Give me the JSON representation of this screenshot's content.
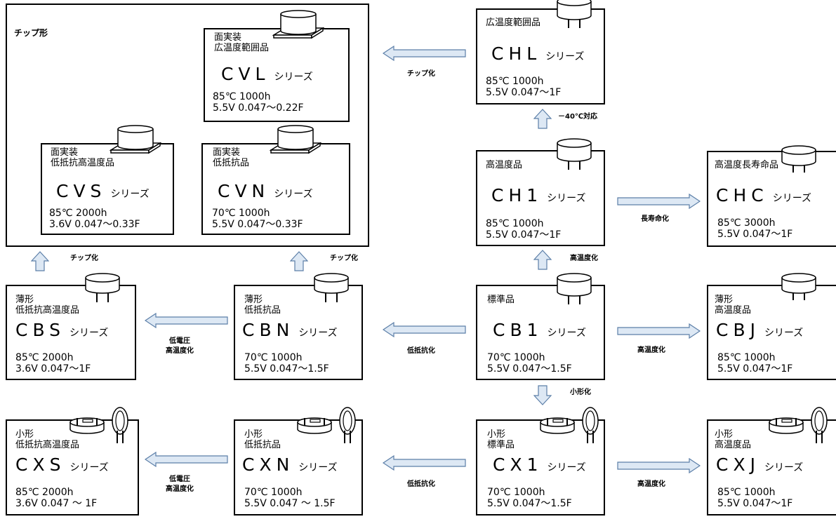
{
  "group": {
    "title": "チップ形"
  },
  "boxes": [
    {
      "id": "cvl",
      "label": "面実装\n広温度範囲品",
      "code": "CVL",
      "suffix": "シリーズ",
      "spec1": "85℃  1000h",
      "spec2": "5.5V 0.047～0.22F",
      "icon": "smd-capacitor-icon"
    },
    {
      "id": "cvs",
      "label": "面実装\n低抵抗高温度品",
      "code": "CVS",
      "suffix": "シリーズ",
      "spec1": "85℃  2000h",
      "spec2": "3.6V 0.047～0.33F",
      "icon": "smd-capacitor-icon"
    },
    {
      "id": "cvn",
      "label": "面実装\n低抵抗品",
      "code": "CVN",
      "suffix": "シリーズ",
      "spec1": "70℃  1000h",
      "spec2": "5.5V 0.047～0.33F",
      "icon": "smd-capacitor-icon"
    },
    {
      "id": "chl",
      "label": "広温度範囲品",
      "code": "CHL",
      "suffix": "シリーズ",
      "spec1": "85℃  1000h",
      "spec2": "5.5V 0.047～1F",
      "icon": "radial-capacitor-icon"
    },
    {
      "id": "ch1",
      "label": "高温度品",
      "code": "CH1",
      "suffix": "シリーズ",
      "spec1": "85℃  1000h",
      "spec2": "5.5V 0.047～1F",
      "icon": "radial-capacitor-icon"
    },
    {
      "id": "chc",
      "label": "高温度長寿命品",
      "code": "CHC",
      "suffix": "シリーズ",
      "spec1": "85℃  3000h",
      "spec2": "5.5V 0.047～1F",
      "icon": "radial-capacitor-icon"
    },
    {
      "id": "cbs",
      "label": "薄形\n低抵抗高温度品",
      "code": "CBS",
      "suffix": "シリーズ",
      "spec1": "85℃  2000h",
      "spec2": "3.6V 0.047～1F",
      "icon": "radial-capacitor-icon"
    },
    {
      "id": "cbn",
      "label": "薄形\n低抵抗品",
      "code": "CBN",
      "suffix": "シリーズ",
      "spec1": "70℃  1000h",
      "spec2": "5.5V 0.047～1.5F",
      "icon": "radial-capacitor-icon"
    },
    {
      "id": "cb1",
      "label": "標準品",
      "code": "CB1",
      "suffix": "シリーズ",
      "spec1": "70℃  1000h",
      "spec2": "5.5V 0.047～1.5F",
      "icon": "radial-capacitor-icon"
    },
    {
      "id": "cbj",
      "label": "薄形\n高温度品",
      "code": "CBJ",
      "suffix": "シリーズ",
      "spec1": "85℃  1000h",
      "spec2": "5.5V 0.047～1F",
      "icon": "radial-capacitor-icon"
    },
    {
      "id": "cxs",
      "label": "小形\n低抵抗高温度品",
      "code": "CXS",
      "suffix": "シリーズ",
      "spec1": "85℃  2000h",
      "spec2": "3.6V 0.047 ～ 1F",
      "icon": "small-capacitor-icon"
    },
    {
      "id": "cxn",
      "label": "小形\n低抵抗品",
      "code": "CXN",
      "suffix": "シリーズ",
      "spec1": "70℃  1000h",
      "spec2": "5.5V 0.047 ～ 1.5F",
      "icon": "small-capacitor-icon"
    },
    {
      "id": "cx1",
      "label": "小形\n標準品",
      "code": "CX1",
      "suffix": "シリーズ",
      "spec1": "70℃  1000h",
      "spec2": "5.5V 0.047～1.5F",
      "icon": "small-capacitor-icon"
    },
    {
      "id": "cxj",
      "label": "小形\n高温度品",
      "code": "CXJ",
      "suffix": "シリーズ",
      "spec1": "85℃  1000h",
      "spec2": "5.5V 0.047～1F",
      "icon": "small-capacitor-icon"
    }
  ],
  "arrows": [
    {
      "id": "chl-to-cvl",
      "label": "チップ化",
      "direction": "left"
    },
    {
      "id": "ch1-to-chl",
      "label": "－40℃対応",
      "direction": "up"
    },
    {
      "id": "ch1-to-chc",
      "label": "長寿命化",
      "direction": "right"
    },
    {
      "id": "cb1-to-ch1",
      "label": "高温度化",
      "direction": "up"
    },
    {
      "id": "cbs-to-cvs",
      "label": "チップ化",
      "direction": "up"
    },
    {
      "id": "cbn-to-cvn",
      "label": "チップ化",
      "direction": "up"
    },
    {
      "id": "cbn-to-cbs",
      "label": "低電圧\n高温度化",
      "direction": "left"
    },
    {
      "id": "cb1-to-cbn",
      "label": "低抵抗化",
      "direction": "left"
    },
    {
      "id": "cb1-to-cbj",
      "label": "高温度化",
      "direction": "right"
    },
    {
      "id": "cb1-to-cx1",
      "label": "小形化",
      "direction": "down"
    },
    {
      "id": "cxn-to-cxs",
      "label": "低電圧\n高温度化",
      "direction": "left"
    },
    {
      "id": "cx1-to-cxn",
      "label": "低抵抗化",
      "direction": "left"
    },
    {
      "id": "cx1-to-cxj",
      "label": "高温度化",
      "direction": "right"
    }
  ],
  "colors": {
    "arrow_fill": "#dde8f4",
    "arrow_stroke": "#5c7fa8",
    "border": "#000000"
  }
}
